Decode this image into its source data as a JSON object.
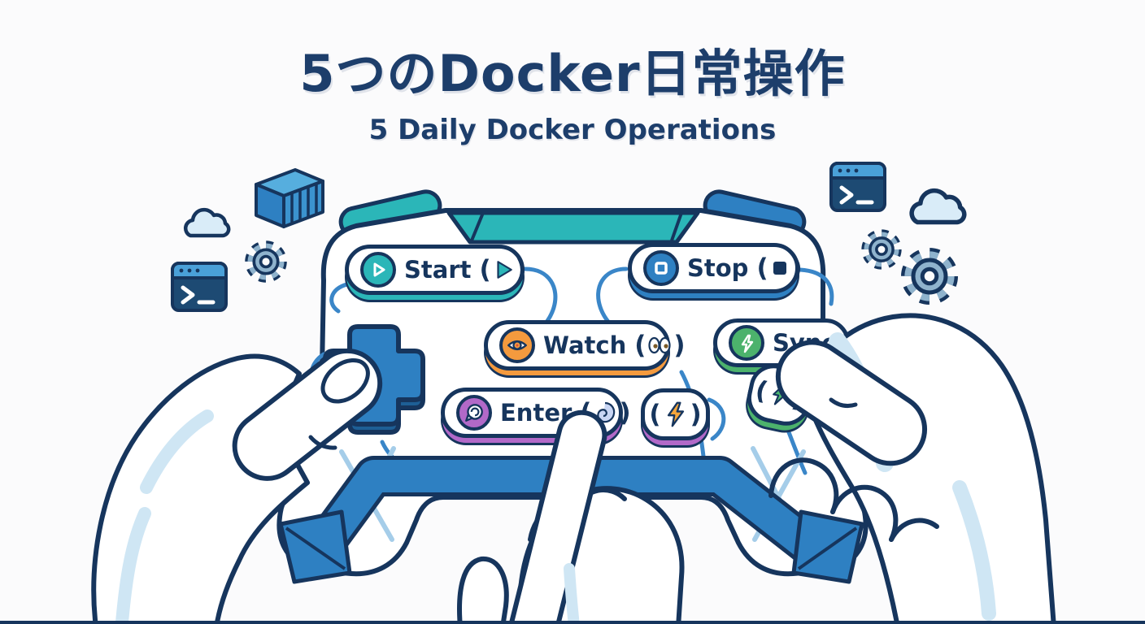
{
  "title": {
    "main": "5つのDocker日常操作",
    "subtitle": "5 Daily Docker Operations"
  },
  "controller": {
    "buttons": {
      "start": {
        "label": "Start",
        "paren_open": "(",
        "paren_close": ")",
        "icon": "play-icon",
        "color": "#2bb6b8"
      },
      "stop": {
        "label": "Stop",
        "paren_open": "(",
        "paren_close": ")",
        "icon": "stop-square-icon",
        "color": "#2e80c2"
      },
      "watch": {
        "label": "Watch",
        "paren_open": "(",
        "paren_close": ")",
        "icon": "eye-icon",
        "color": "#f49a3e"
      },
      "sync": {
        "label": "Sync",
        "icon": "lightning-icon",
        "color": "#4cb26c"
      },
      "enter": {
        "label": "Enter",
        "paren_open": "(",
        "paren_close": ")",
        "icon": "shell-icon",
        "color": "#b269c8"
      },
      "quick_a": {
        "paren_open": "(",
        "paren_close": ")",
        "icon": "lightning-orange-icon",
        "lip_color": "#b269c8"
      },
      "quick_b": {
        "paren_open": "(",
        "paren_close": ")",
        "icon": "lightning-green-icon",
        "lip_color": "#4cb26c"
      }
    },
    "dpad": "d-pad"
  },
  "decorations": {
    "left": [
      "container-icon",
      "cloud-icon",
      "gear-icon",
      "terminal-icon"
    ],
    "right": [
      "terminal-icon",
      "cloud-icon",
      "gear-icon",
      "gear-icon"
    ]
  },
  "colors": {
    "outline_navy": "#16355d",
    "title_navy": "#1d3e6b",
    "blue": "#2e80c2",
    "teal": "#2bb6b8",
    "orange": "#f49a3e",
    "green": "#4cb26c",
    "purple": "#b269c8",
    "light_blue": "#cfe6f4",
    "background": "#fbfbfc"
  }
}
